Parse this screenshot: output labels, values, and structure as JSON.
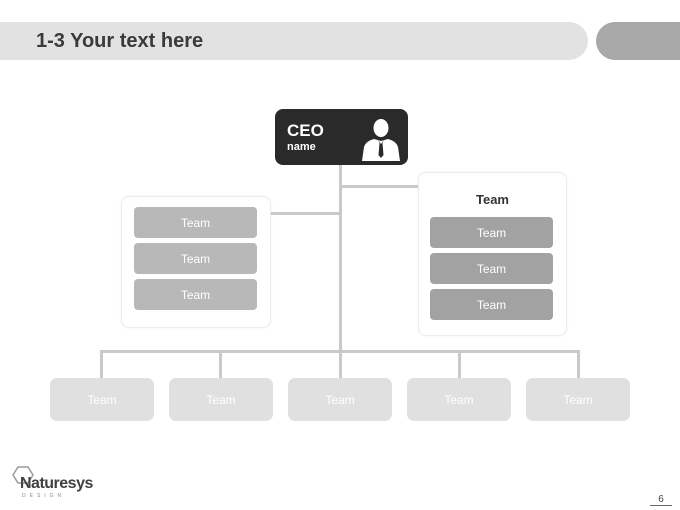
{
  "slide": {
    "title": "1-3 Your text here",
    "page_number": "6"
  },
  "ceo": {
    "title": "CEO",
    "name": "name"
  },
  "left_group": {
    "teams": [
      "Team",
      "Team",
      "Team"
    ]
  },
  "right_group": {
    "title": "Team",
    "teams": [
      "Team",
      "Team",
      "Team"
    ]
  },
  "bottom_teams": [
    "Team",
    "Team",
    "Team",
    "Team",
    "Team"
  ],
  "logo": {
    "name": "Naturesys",
    "tagline": "DESIGN"
  },
  "colors": {
    "title_bar": "#e2e2e2",
    "title_pill": "#a8a8a8",
    "ceo_box": "#2a2a2a",
    "connector": "#c9c9c9",
    "team_light": "#b8b8b8",
    "team_dark": "#a2a2a2",
    "team_bottom": "#e0e0e0"
  },
  "icons": {
    "ceo": "businessman-icon",
    "logo": "hexagon-logo-icon"
  }
}
